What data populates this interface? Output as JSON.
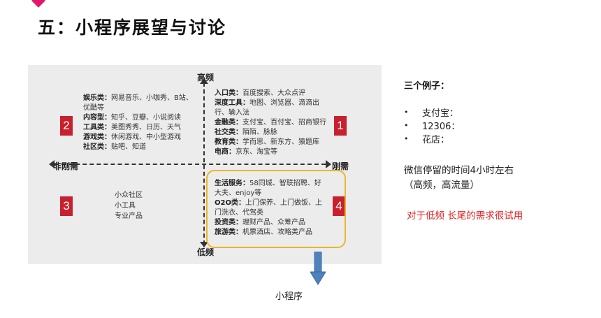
{
  "title": "五：小程序展望与讨论",
  "axes": {
    "top": "高频",
    "bottom": "低频",
    "left": "非刚需",
    "right": "刚需"
  },
  "quadrants": {
    "q1": {
      "number": "1",
      "rows": [
        {
          "label": "入口类：",
          "text": "百度搜索、大众点评"
        },
        {
          "label": "深度工具：",
          "text": "地图、浏览器、滴滴出"
        },
        {
          "label": "",
          "text": "行、输入法"
        },
        {
          "label": "金融类：",
          "text": "支付宝、百付宝、招商银行"
        },
        {
          "label": "社交类：",
          "text": "陌陌、脉脉"
        },
        {
          "label": "教育类：",
          "text": "学而思、新东方、猿题库"
        },
        {
          "label": "电商：",
          "text": "京东、淘宝等"
        }
      ]
    },
    "q2": {
      "number": "2",
      "rows": [
        {
          "label": "娱乐类：",
          "text": "网易音乐、小咖秀、B站、"
        },
        {
          "label": "",
          "text": "优酷等"
        },
        {
          "label": "内容型：",
          "text": "知乎、豆瓣、小说阅读"
        },
        {
          "label": "工具类：",
          "text": "美图秀秀、日历、天气"
        },
        {
          "label": "游戏类：",
          "text": "休闲游戏、中小型游戏"
        },
        {
          "label": "社区类：",
          "text": "贴吧、知道"
        }
      ]
    },
    "q3": {
      "number": "3",
      "rows": [
        {
          "label": "",
          "text": "小众社区"
        },
        {
          "label": "",
          "text": "小工具"
        },
        {
          "label": "",
          "text": "专业产品"
        }
      ]
    },
    "q4": {
      "number": "4",
      "rows": [
        {
          "label": "生活服务：",
          "text": "58同城、智联招聘、好"
        },
        {
          "label": "",
          "text": "大夫、enjoy等"
        },
        {
          "label": "O2O类：",
          "text": "上门保养、上门做饭、上"
        },
        {
          "label": "",
          "text": "门洗衣、代驾类"
        },
        {
          "label": "投资类：",
          "text": "理财产品、众筹产品"
        },
        {
          "label": "旅游类：",
          "text": "机票酒店、攻略类产品"
        }
      ]
    }
  },
  "caption": "小程序",
  "side": {
    "heading": "三个例子：",
    "bullet": "•",
    "examples": [
      "支付宝：",
      "12306：",
      "花店："
    ],
    "note_line1": "微信停留的时间4小时左右",
    "note_line2": "（高频，高流量）",
    "red_note": "对于低频 长尾的需求很试用"
  },
  "colors": {
    "accent": "#e0176b",
    "quadrant_box": "#c8202e",
    "highlight": "#f0b428",
    "arrow": "#4f81bd",
    "red_text": "#e02020"
  }
}
